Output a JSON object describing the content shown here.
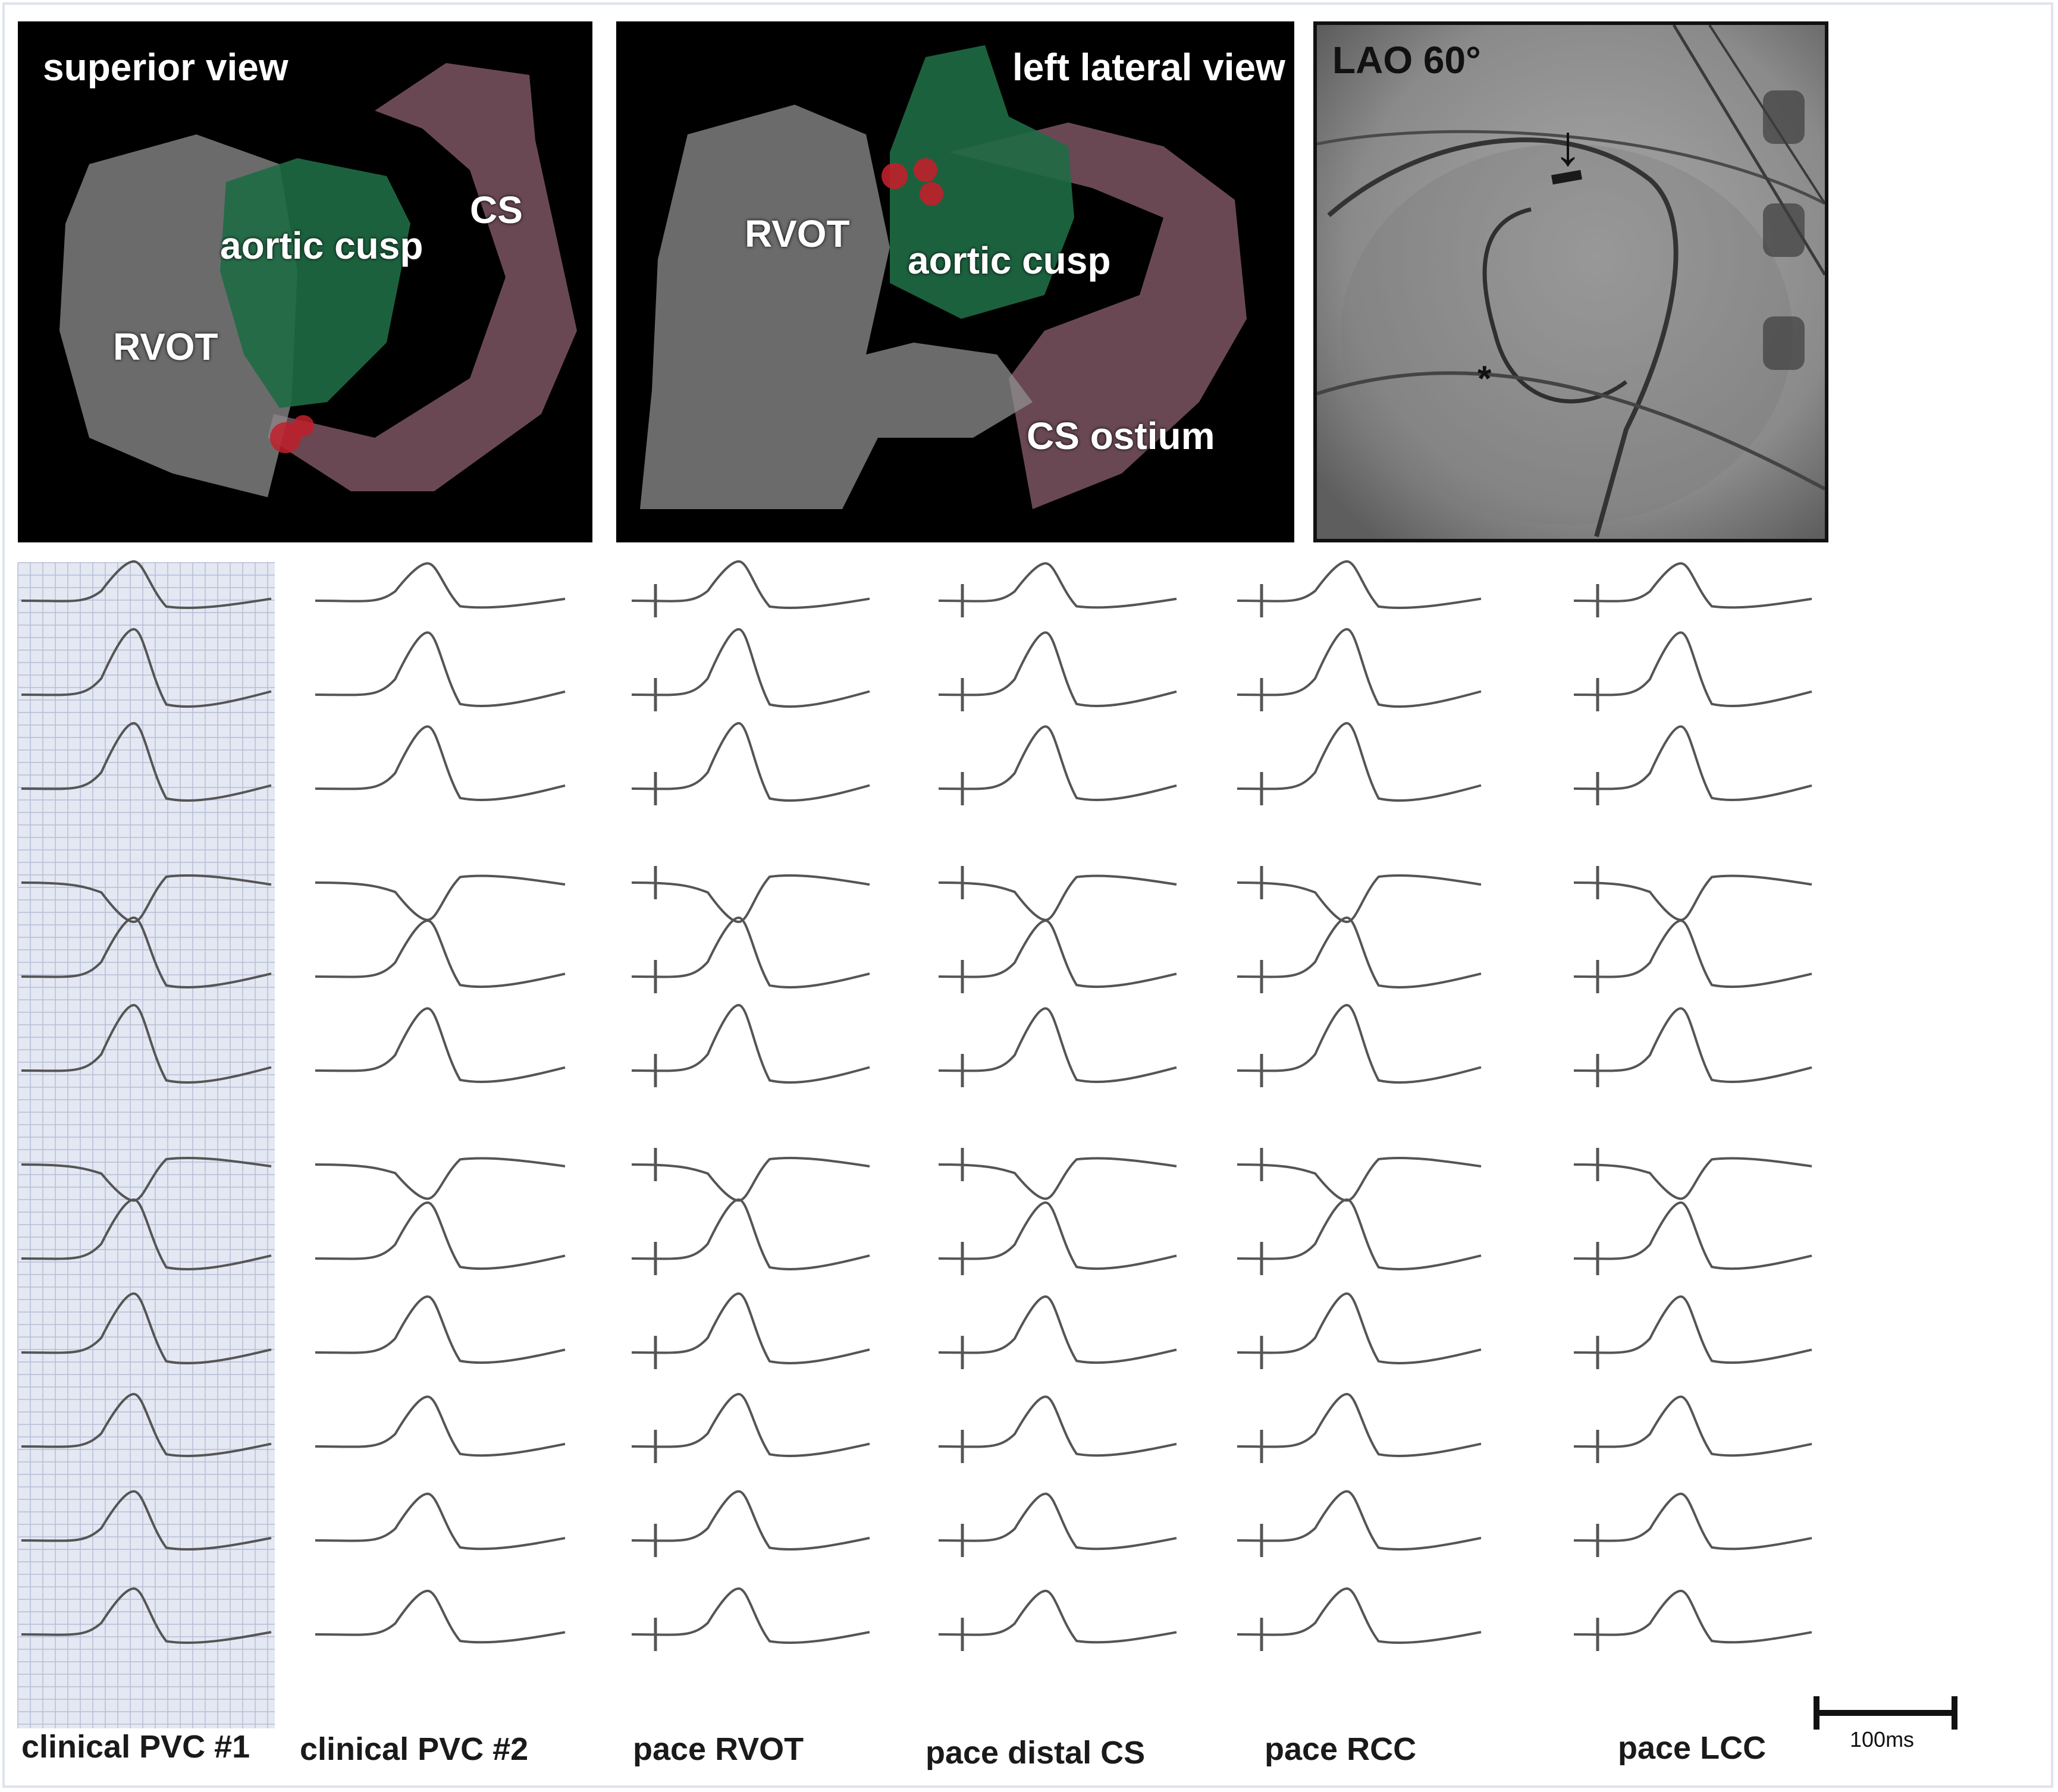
{
  "panels": [
    {
      "title": "superior view",
      "labels": {
        "aortic": "aortic cusp",
        "rvot": "RVOT",
        "cs": "CS"
      }
    },
    {
      "title": "left lateral view",
      "labels": {
        "rvot": "RVOT",
        "aortic": "aortic cusp",
        "cs": "CS ostium"
      }
    },
    {
      "title": "LAO 60°",
      "markers": {
        "arrow": "↓",
        "star": "*"
      }
    }
  ],
  "ecg_columns": [
    {
      "label": "clinical PVC #1",
      "grid": true,
      "pacing_spike": false
    },
    {
      "label": "clinical PVC #2",
      "grid": false,
      "pacing_spike": false
    },
    {
      "label": "pace RVOT",
      "grid": false,
      "pacing_spike": true
    },
    {
      "label": "pace distal CS",
      "grid": false,
      "pacing_spike": true
    },
    {
      "label": "pace RCC",
      "grid": false,
      "pacing_spike": true
    },
    {
      "label": "pace LCC",
      "grid": false,
      "pacing_spike": true
    }
  ],
  "leads_per_column": 12,
  "scale_bar": {
    "label": "100ms"
  },
  "colors": {
    "trace": "#555555",
    "grid_bg": "#e4e8f3",
    "grid_line": "#b6bdd4",
    "aortic_cusp": "#1f6b45",
    "rvot": "#9a9a9a",
    "cs": "#7b5563",
    "lesion": "#c0202a"
  }
}
